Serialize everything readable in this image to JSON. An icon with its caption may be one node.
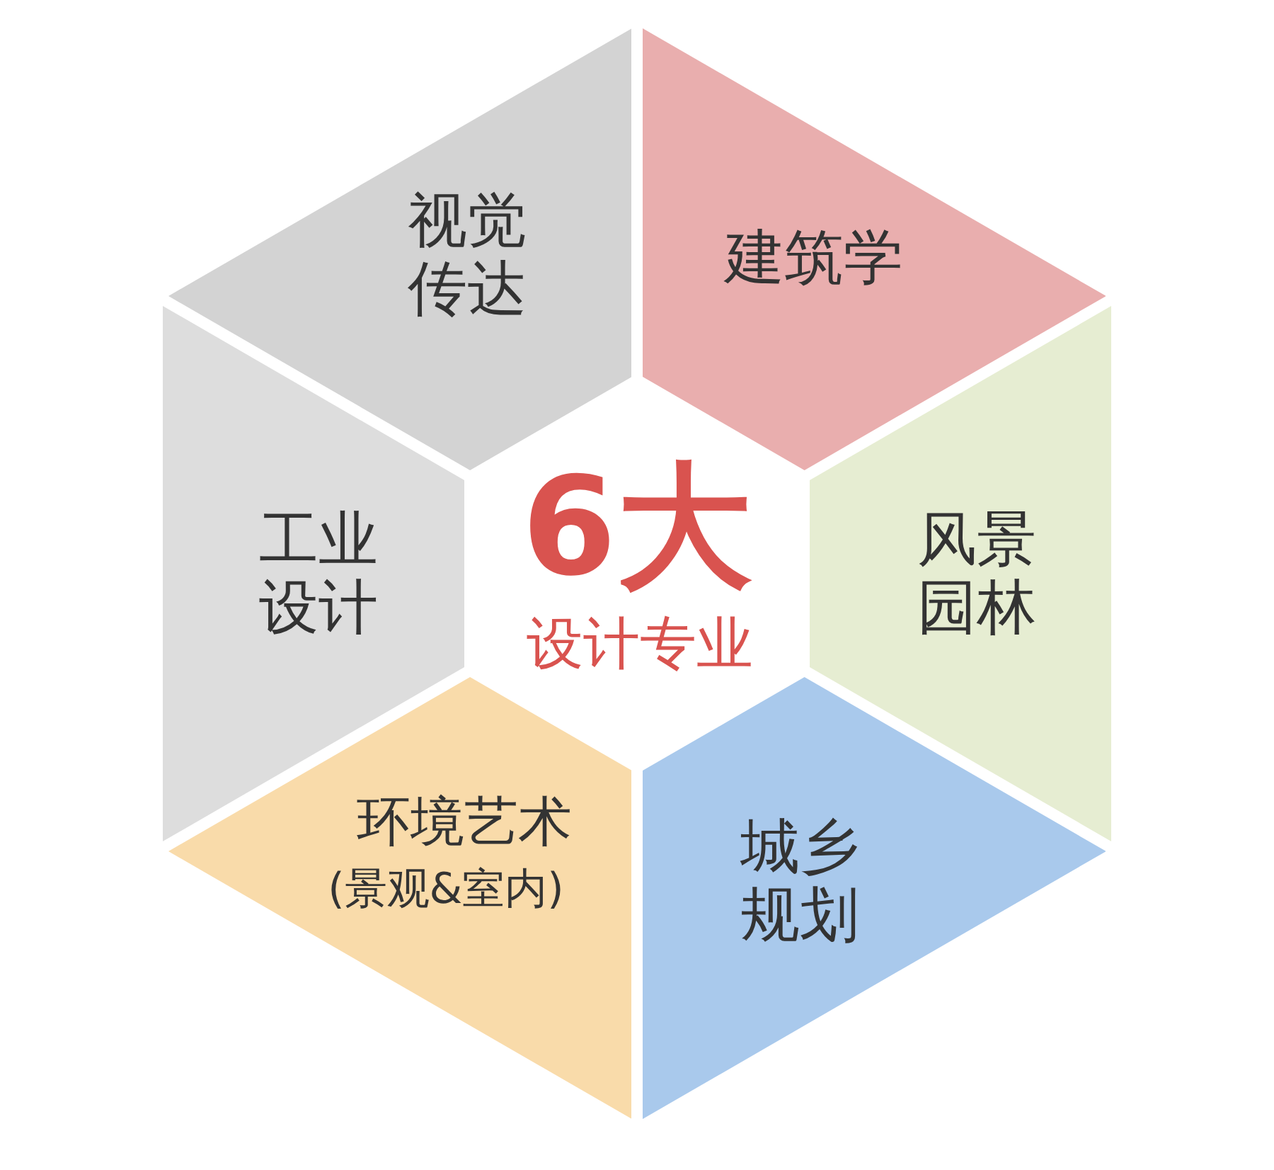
{
  "diagram": {
    "nodes": [
      {
        "text": [
          "视觉传达"
        ]
      },
      {
        "text": [
          "建筑学"
        ]
      },
      {
        "text": [
          "工业设计"
        ]
      },
      {
        "text": [
          "6大",
          "设计专业"
        ]
      },
      {
        "text": [
          "风景园林"
        ]
      },
      {
        "text": [
          "环境艺术",
          "(景观&室内)"
        ]
      },
      {
        "text": [
          "城乡规划"
        ]
      }
    ]
  }
}
